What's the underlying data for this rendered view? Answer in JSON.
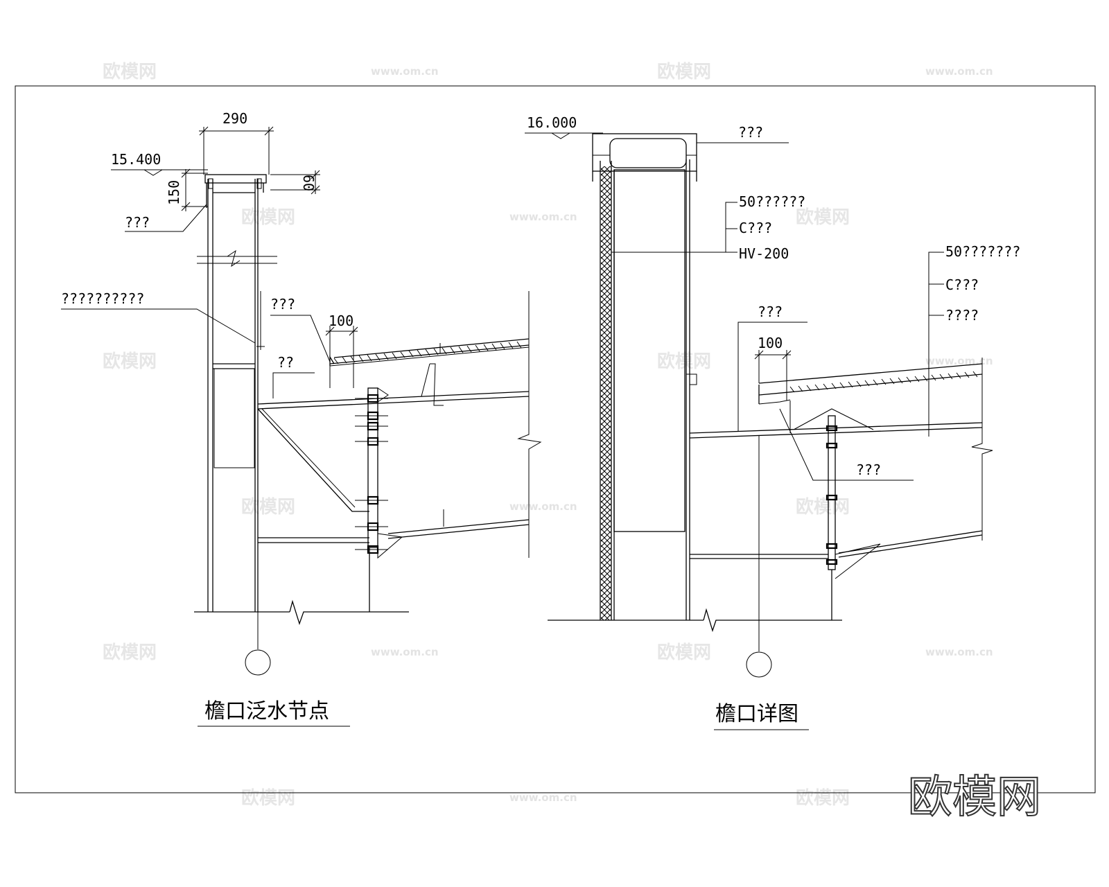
{
  "watermark": {
    "brand": "欧模网",
    "url": "www.om.cn"
  },
  "left_detail": {
    "title": "檐口泛水节点",
    "elevation": "15.400",
    "dim_top_width": "290",
    "dim_height_150": "150",
    "dim_60": "60",
    "dim_100": "100",
    "label_flashing": "???",
    "label_long": "??????????",
    "label_gutter": "???",
    "label_beam": "??"
  },
  "right_detail": {
    "title": "檐口详图",
    "elevation": "16.000",
    "dim_100": "100",
    "label_top": "???",
    "wall_labels": [
      "50??????",
      "C???",
      "HV-200"
    ],
    "roof_labels": [
      "50???????",
      "C???",
      "????"
    ],
    "label_gutter": "???",
    "label_beam": "???"
  }
}
